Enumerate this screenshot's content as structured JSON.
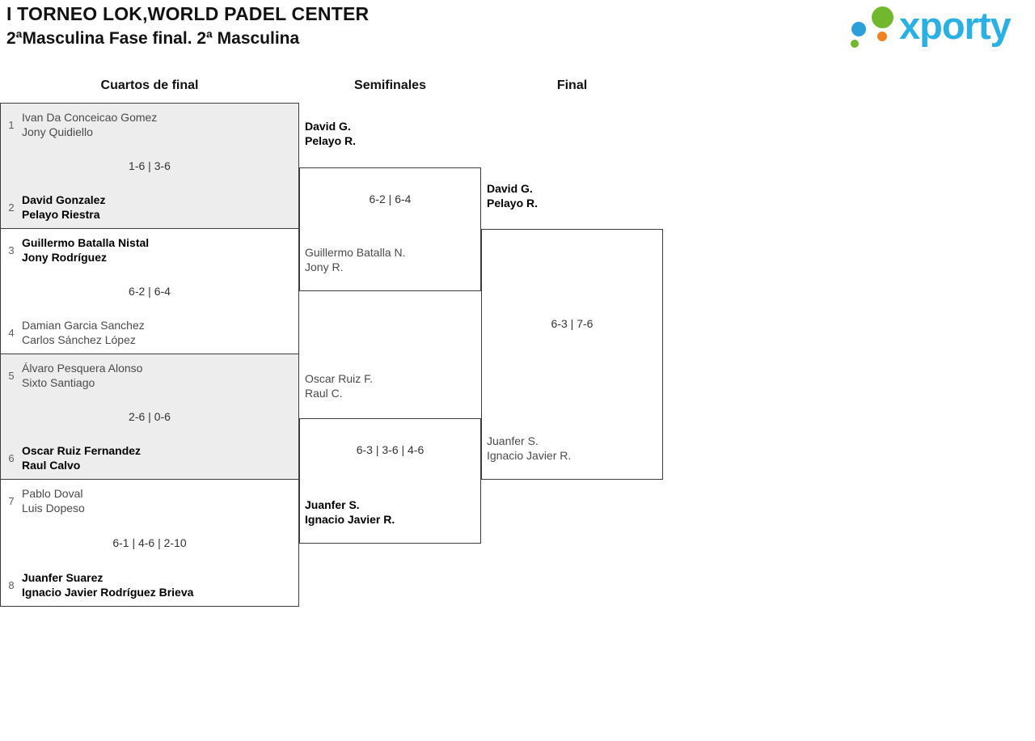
{
  "header": {
    "title": "I TORNEO LOK,WORLD PADEL CENTER",
    "subtitle": "2ªMasculina Fase final. 2ª Masculina"
  },
  "logo": {
    "text": "xporty",
    "colors": {
      "green": "#72b82e",
      "blue": "#2a9fd8",
      "orange": "#ef8220",
      "text_blue": "#2ab0e3"
    }
  },
  "round_labels": {
    "quarterfinals": "Cuartos de final",
    "semifinals": "Semifinales",
    "final": "Final"
  },
  "quarterfinals": [
    {
      "seed_top": "1",
      "top": [
        "Ivan Da Conceicao Gomez",
        "Jony Quidiello"
      ],
      "score": "1-6 | 3-6",
      "seed_bottom": "2",
      "bottom": [
        "David Gonzalez",
        "Pelayo Riestra"
      ],
      "winner": "bottom"
    },
    {
      "seed_top": "3",
      "top": [
        "Guillermo Batalla Nistal",
        "Jony Rodríguez"
      ],
      "score": "6-2 | 6-4",
      "seed_bottom": "4",
      "bottom": [
        "Damian Garcia Sanchez",
        "Carlos Sánchez López"
      ],
      "winner": "top"
    },
    {
      "seed_top": "5",
      "top": [
        "Álvaro Pesquera Alonso",
        "Sixto Santiago"
      ],
      "score": "2-6 | 0-6",
      "seed_bottom": "6",
      "bottom": [
        "Oscar Ruiz Fernandez",
        "Raul Calvo"
      ],
      "winner": "bottom"
    },
    {
      "seed_top": "7",
      "top": [
        "Pablo Doval",
        "Luis Dopeso"
      ],
      "score": "6-1 | 4-6 | 2-10",
      "seed_bottom": "8",
      "bottom": [
        "Juanfer Suarez",
        "Ignacio Javier Rodríguez Brieva"
      ],
      "winner": "bottom"
    }
  ],
  "semifinals": [
    {
      "top": [
        "David G.",
        "Pelayo R."
      ],
      "score": "6-2 | 6-4",
      "bottom": [
        "Guillermo Batalla N.",
        "Jony R."
      ],
      "winner": "top"
    },
    {
      "top": [
        "Oscar Ruiz F.",
        "Raul C."
      ],
      "score": "6-3 | 3-6 | 4-6",
      "bottom": [
        "Juanfer S.",
        "Ignacio Javier R."
      ],
      "winner": "bottom"
    }
  ],
  "final": {
    "top": [
      "David G.",
      "Pelayo R."
    ],
    "score": "6-3 | 7-6",
    "bottom": [
      "Juanfer S.",
      "Ignacio Javier R."
    ],
    "winner": "top"
  }
}
